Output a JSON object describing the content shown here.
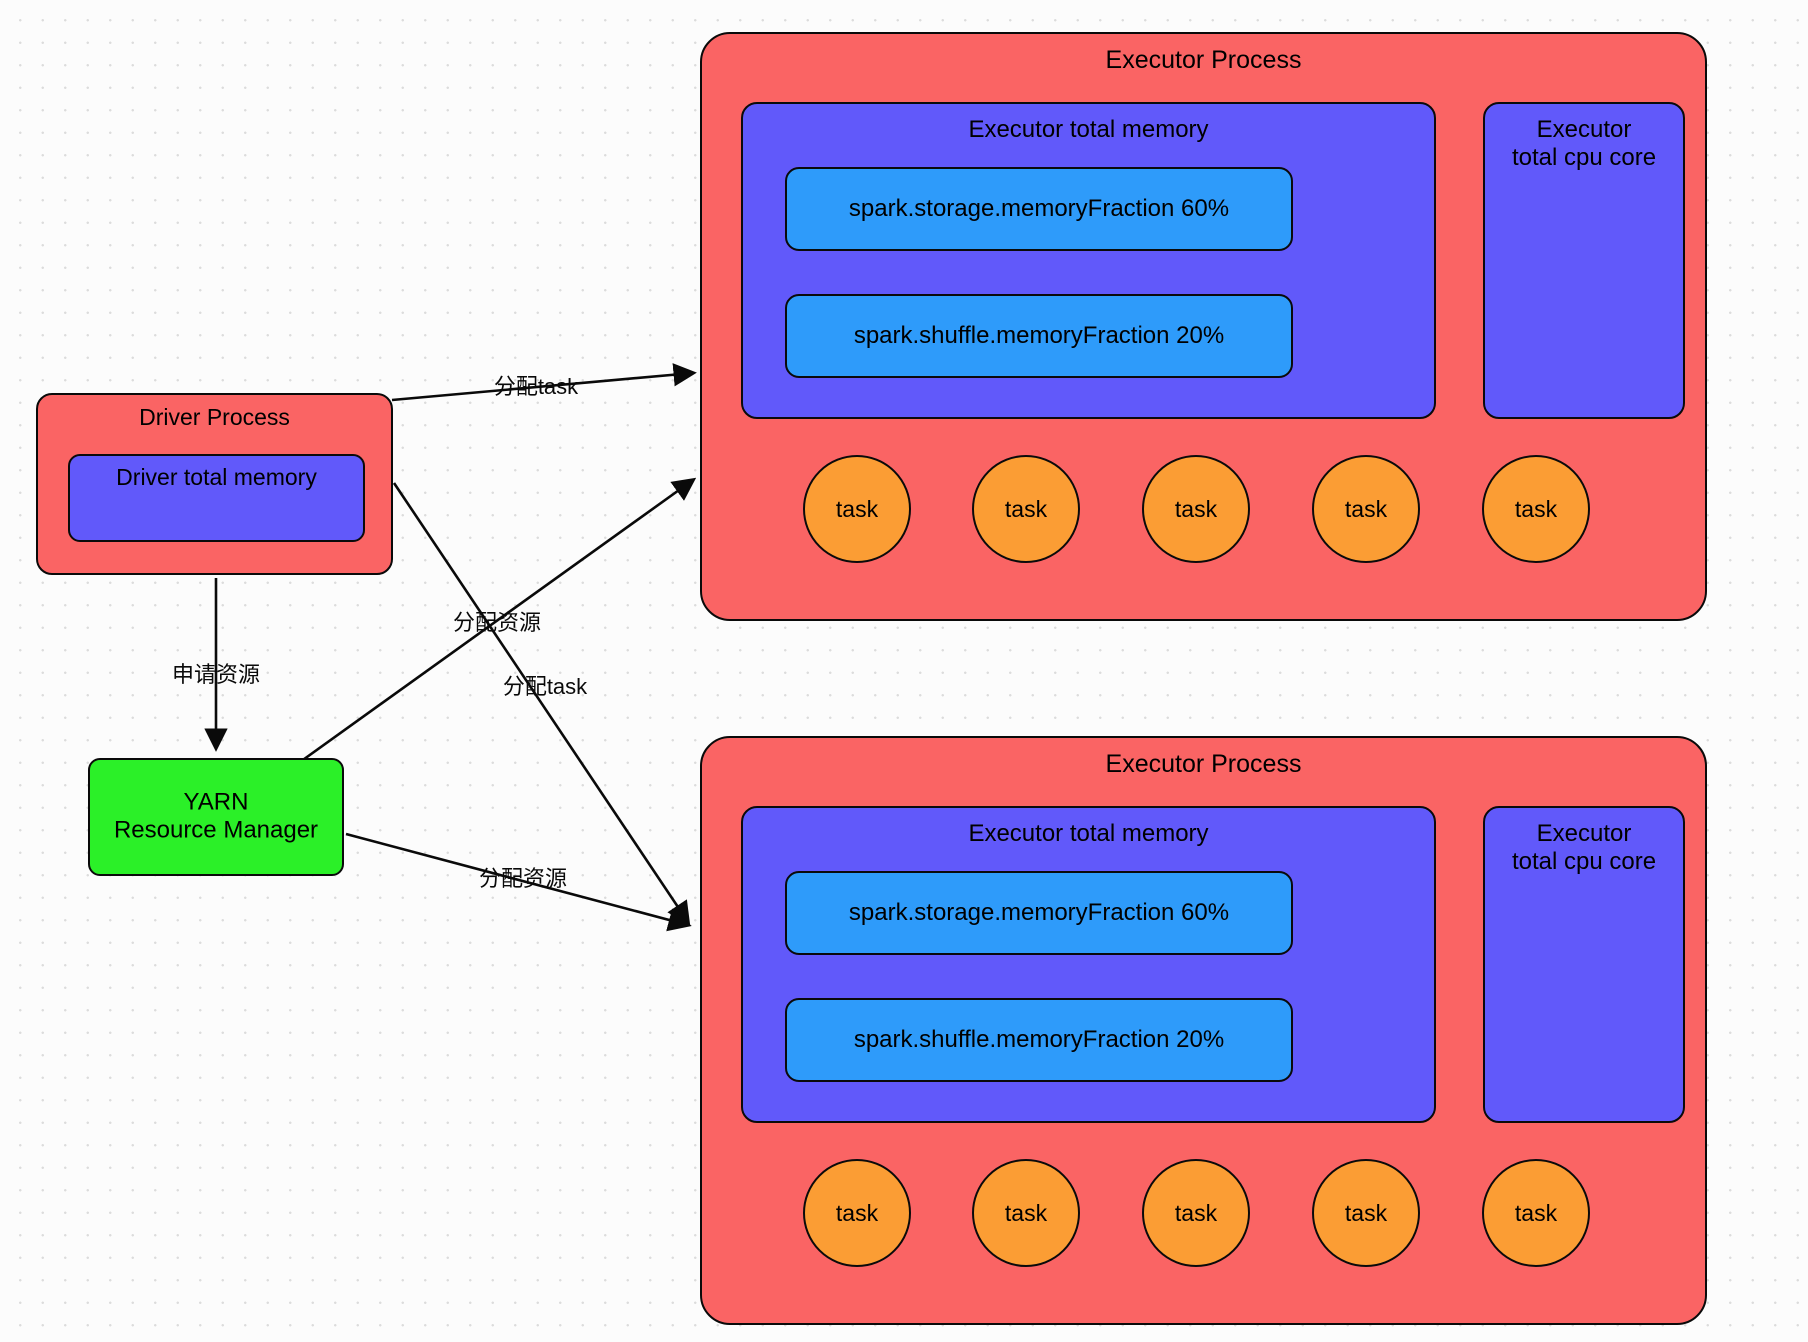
{
  "diagram": {
    "title": "Spark on YARN resource and task allocation",
    "background": "#fcfcfc",
    "colors": {
      "process": "#fa6464",
      "memory": "#6159fa",
      "fraction": "#2e9bfa",
      "task": "#fb9d34",
      "yarn": "#2bf028",
      "stroke": "#0a0a0a"
    }
  },
  "driver": {
    "title": "Driver Process",
    "memory": {
      "title": "Driver total memory"
    }
  },
  "yarn": {
    "title": "YARN\nResource Manager"
  },
  "executors": [
    {
      "title": "Executor Process",
      "memory": {
        "title": "Executor total memory",
        "fractions": [
          {
            "label": "spark.storage.memoryFraction 60%"
          },
          {
            "label": "spark.shuffle.memoryFraction 20%"
          }
        ]
      },
      "cpu": {
        "title": "Executor\ntotal cpu core"
      },
      "tasks": [
        {
          "label": "task"
        },
        {
          "label": "task"
        },
        {
          "label": "task"
        },
        {
          "label": "task"
        },
        {
          "label": "task"
        }
      ]
    },
    {
      "title": "Executor Process",
      "memory": {
        "title": "Executor total memory",
        "fractions": [
          {
            "label": "spark.storage.memoryFraction 60%"
          },
          {
            "label": "spark.shuffle.memoryFraction 20%"
          }
        ]
      },
      "cpu": {
        "title": "Executor\ntotal cpu core"
      },
      "tasks": [
        {
          "label": "task"
        },
        {
          "label": "task"
        },
        {
          "label": "task"
        },
        {
          "label": "task"
        },
        {
          "label": "task"
        }
      ]
    }
  ],
  "edges": [
    {
      "label": "分配task",
      "from": "driver",
      "to": "executor-1"
    },
    {
      "label": "申请资源",
      "from": "driver",
      "to": "yarn"
    },
    {
      "label": "分配资源",
      "from": "yarn",
      "to": "executor-1"
    },
    {
      "label": "分配task",
      "from": "driver",
      "to": "executor-2"
    },
    {
      "label": "分配资源",
      "from": "yarn",
      "to": "executor-2"
    }
  ]
}
